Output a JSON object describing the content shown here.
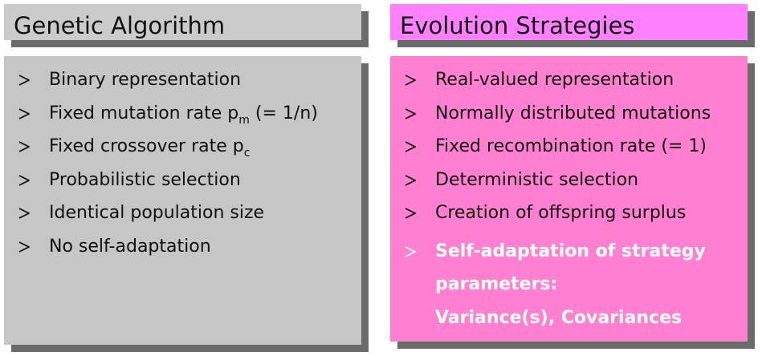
{
  "left": {
    "title": "Genetic Algorithm",
    "color_title": "#cbcbcb",
    "color_body": "#c6c6c6",
    "items": [
      {
        "text": "Binary representation"
      },
      {
        "text": "Fixed mutation rate p",
        "sub": "m",
        "after": " (= 1/n)"
      },
      {
        "text": "Fixed crossover rate p",
        "sub": "c",
        "after": ""
      },
      {
        "text": "Probabilistic selection"
      },
      {
        "text": "Identical population size"
      },
      {
        "text": "No self-adaptation"
      }
    ]
  },
  "right": {
    "title": "Evolution Strategies",
    "color_title": "#ff80ff",
    "color_body": "#ff7fd1",
    "items": [
      {
        "text": "Real-valued representation"
      },
      {
        "text": "Normally distributed mutations"
      },
      {
        "text": "Fixed recombination rate (= 1)"
      },
      {
        "text": "Deterministic selection"
      },
      {
        "text": "Creation of offspring surplus"
      }
    ],
    "highlight": {
      "line1": "Self-adaptation of strategy",
      "line2": "parameters:",
      "line3": "Variance(s), Covariances"
    }
  }
}
